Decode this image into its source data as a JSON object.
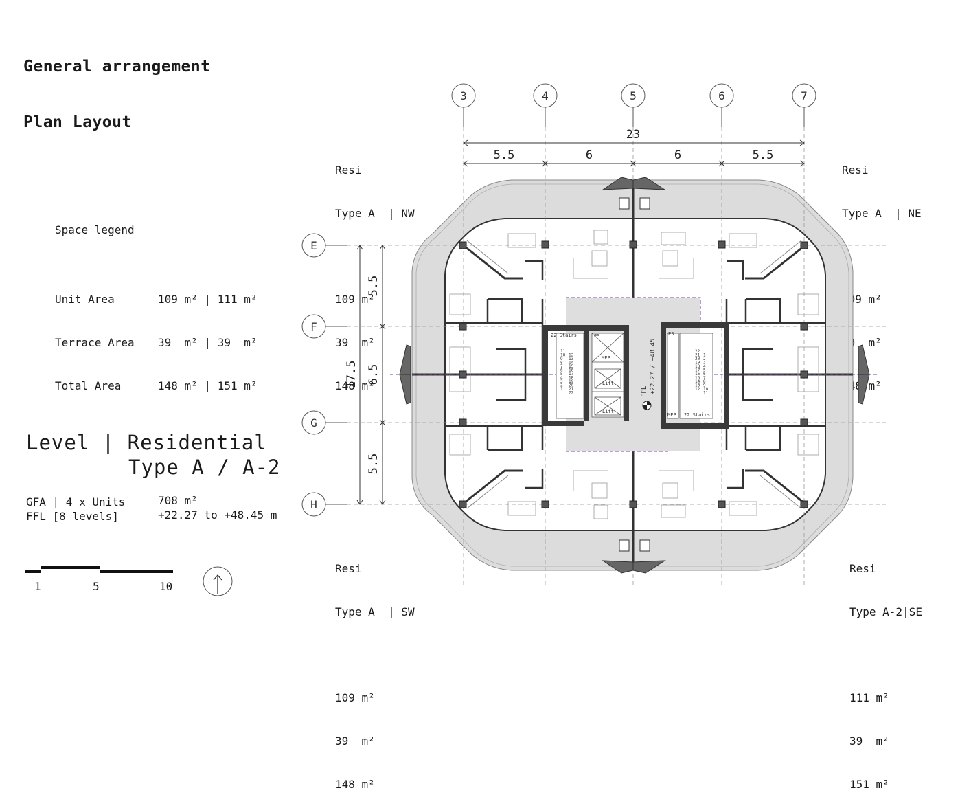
{
  "title": {
    "line1": "General arrangement",
    "line2": "Plan Layout"
  },
  "legend": {
    "heading": "Space legend",
    "rows": [
      {
        "label": "Unit Area",
        "value": "109 m² | 111 m²"
      },
      {
        "label": "Terrace Area",
        "value": "39  m² | 39  m²"
      },
      {
        "label": "Total Area",
        "value": "148 m² | 151 m²"
      }
    ]
  },
  "level": {
    "line1": "Level | Residential",
    "line2": "Type A / A-2",
    "gfa_label": "GFA | 4 x Units",
    "gfa_value": "708 m²",
    "ffl_label": "FFL [8 levels]",
    "ffl_value": "+22.27 to +48.45 m"
  },
  "scale": {
    "labels": [
      "1",
      "5",
      "10"
    ]
  },
  "units": [
    {
      "id": "nw",
      "line1": "Resi",
      "line2": "Type A  | NW",
      "unit": "109 m²",
      "terrace": "39  m²",
      "total": "148 m²"
    },
    {
      "id": "ne",
      "line1": "Resi",
      "line2": "Type A  | NE",
      "unit": "109 m²",
      "terrace": "39  m²",
      "total": "148 m²"
    },
    {
      "id": "sw",
      "line1": "Resi",
      "line2": "Type A  | SW",
      "unit": "109 m²",
      "terrace": "39  m²",
      "total": "148 m²"
    },
    {
      "id": "se",
      "line1": "Resi",
      "line2": "Type A-2|SE",
      "unit": "111 m²",
      "terrace": "39  m²",
      "total": "151 m²"
    }
  ],
  "grid": {
    "columns": [
      "3",
      "4",
      "5",
      "6",
      "7"
    ],
    "rows": [
      "E",
      "F",
      "G",
      "H"
    ]
  },
  "dimensions": {
    "overall_width": "23",
    "column_spans": [
      "5.5",
      "6",
      "6",
      "5.5"
    ],
    "overall_depth": "17.5",
    "row_spans": [
      "5.5",
      "6.5",
      "5.5"
    ]
  },
  "core": {
    "stairs_label": "22 Stairs",
    "ps_label": "PS",
    "mep_label": "MEP",
    "lift_label": "Lift",
    "ffl_label": "FFL",
    "level_range": "+22.27 / +48.45",
    "stair_left": [
      [
        "11",
        "10",
        "9",
        "8",
        "7",
        "6",
        "5",
        "4",
        "3",
        "2",
        "1"
      ],
      [
        "",
        "12",
        "13",
        "14",
        "15",
        "16",
        "17",
        "18",
        "19",
        "20",
        "21",
        "22"
      ]
    ],
    "stair_right": [
      [
        "22",
        "21",
        "20",
        "19",
        "18",
        "17",
        "16",
        "15",
        "14",
        "13",
        "12"
      ],
      [
        "",
        "1",
        "2",
        "3",
        "4",
        "5",
        "6",
        "7",
        "8",
        "9",
        "10",
        "11"
      ]
    ]
  }
}
